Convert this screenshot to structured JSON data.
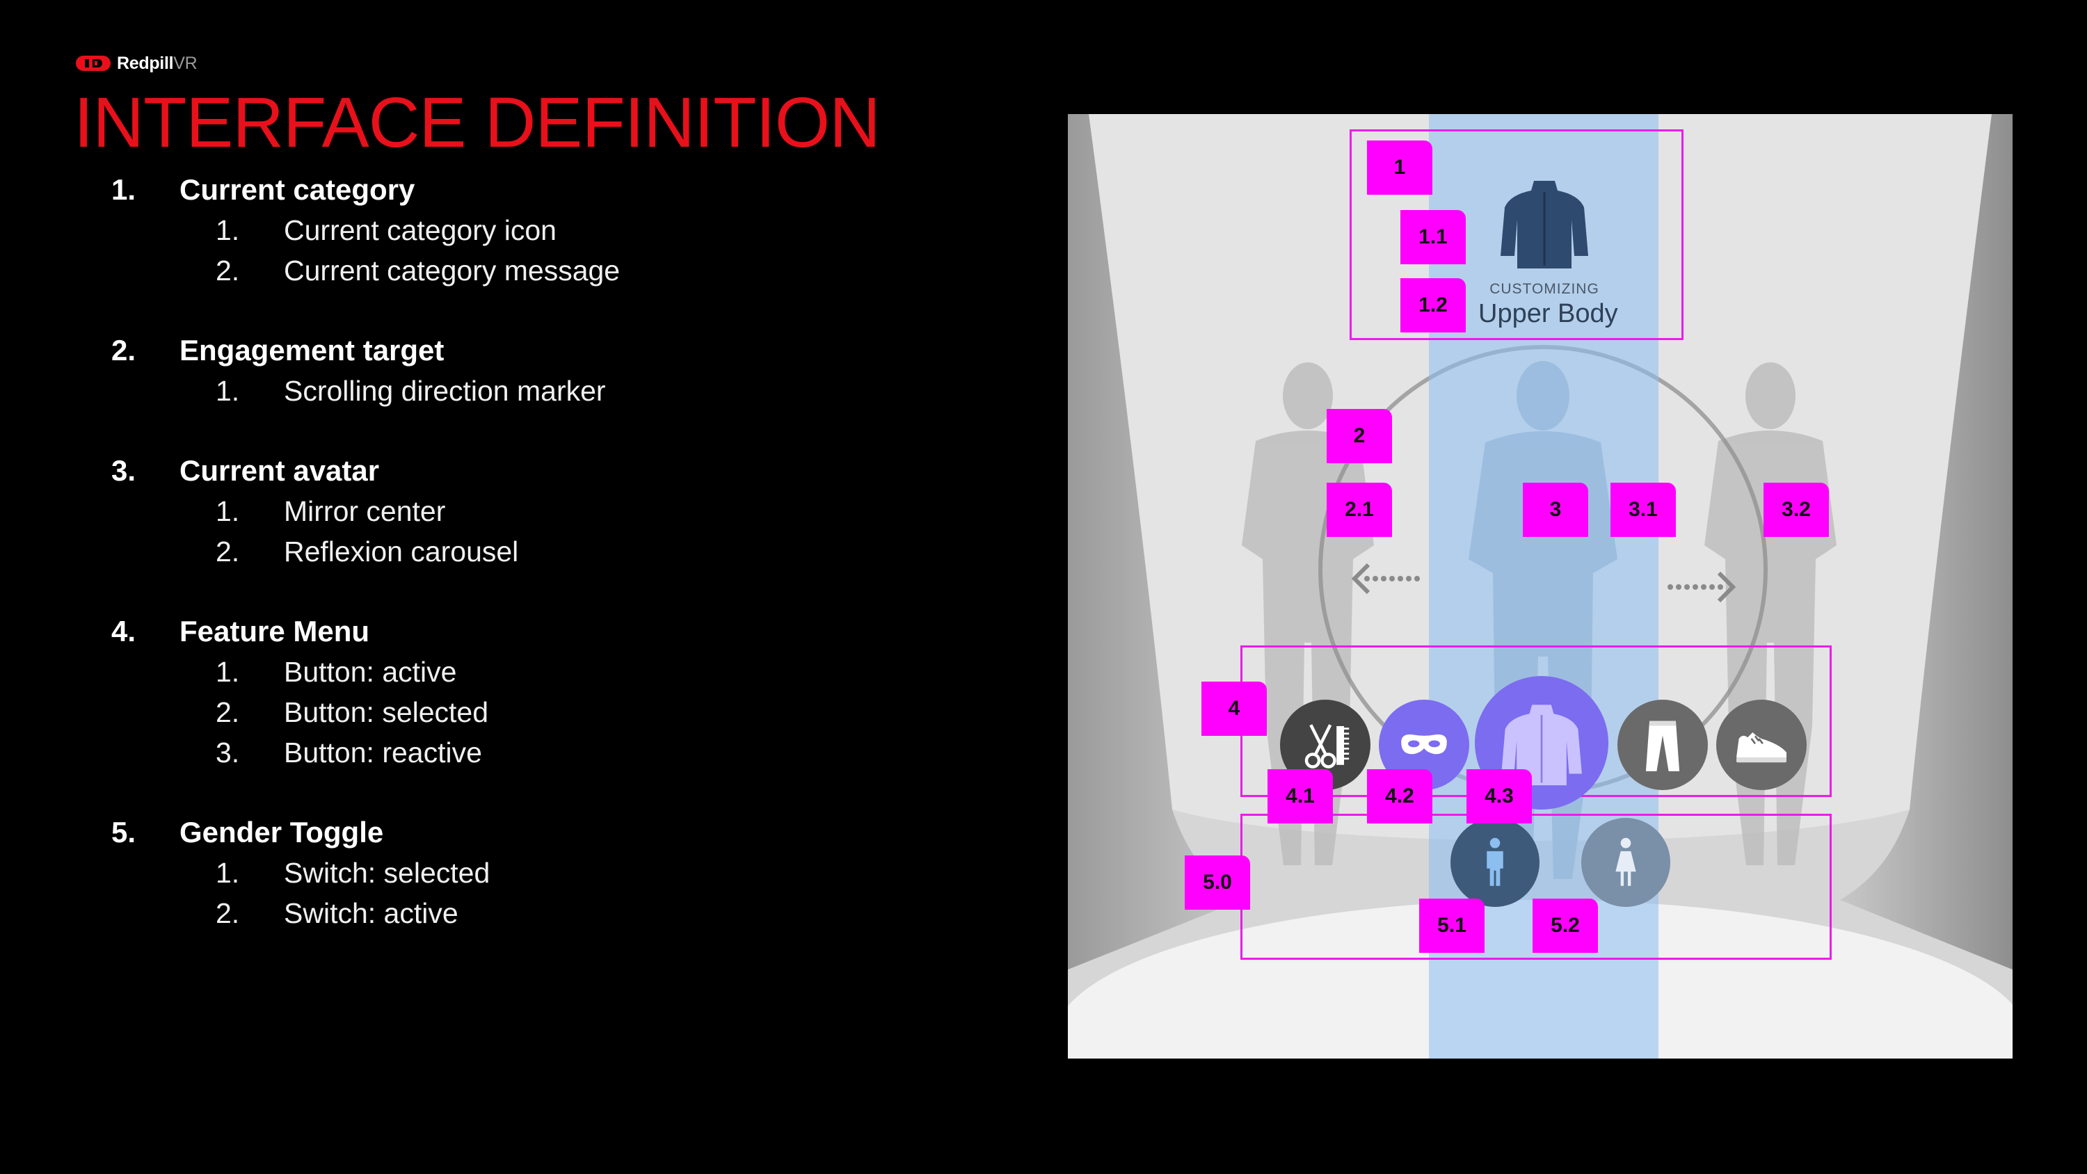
{
  "brand": {
    "name": "Redpill",
    "suffix": "VR",
    "accent": "#e8101a"
  },
  "title": "INTERFACE DEFINITION",
  "sections": [
    {
      "num": "1.",
      "label": "Current category",
      "items": [
        {
          "num": "1.",
          "label": "Current category icon"
        },
        {
          "num": "2.",
          "label": "Current category message"
        }
      ]
    },
    {
      "num": "2.",
      "label": "Engagement target",
      "items": [
        {
          "num": "1.",
          "label": "Scrolling direction marker"
        }
      ]
    },
    {
      "num": "3.",
      "label": "Current avatar",
      "items": [
        {
          "num": "1.",
          "label": "Mirror center"
        },
        {
          "num": "2.",
          "label": "Reflexion carousel"
        }
      ]
    },
    {
      "num": "4.",
      "label": "Feature Menu",
      "items": [
        {
          "num": "1.",
          "label": "Button: active"
        },
        {
          "num": "2.",
          "label": "Button: selected"
        },
        {
          "num": "3.",
          "label": "Button: reactive"
        }
      ]
    },
    {
      "num": "5.",
      "label": "Gender Toggle",
      "items": [
        {
          "num": "1.",
          "label": "Switch: selected"
        },
        {
          "num": "2.",
          "label": "Switch: active"
        }
      ]
    }
  ],
  "mock": {
    "customizing": "CUSTOMIZING",
    "category": "Upper Body",
    "tags": [
      "1",
      "1.1",
      "1.2",
      "2",
      "2.1",
      "3",
      "3.1",
      "3.2",
      "4",
      "4.1",
      "4.2",
      "4.3",
      "5.0",
      "5.1",
      "5.2"
    ],
    "colors": {
      "tag": "#ff00ff",
      "box": "#e81ee8",
      "mirror": "#8cbef0",
      "selected": "#7c6cf0",
      "active": "#444444",
      "gender_selected": "#3d5a7a",
      "gender_active": "#7a8fa8"
    },
    "icons": [
      "jacket-icon",
      "scissors-comb-icon",
      "mask-icon",
      "jacket-icon",
      "pants-icon",
      "sneaker-icon",
      "male-icon",
      "female-icon"
    ]
  }
}
